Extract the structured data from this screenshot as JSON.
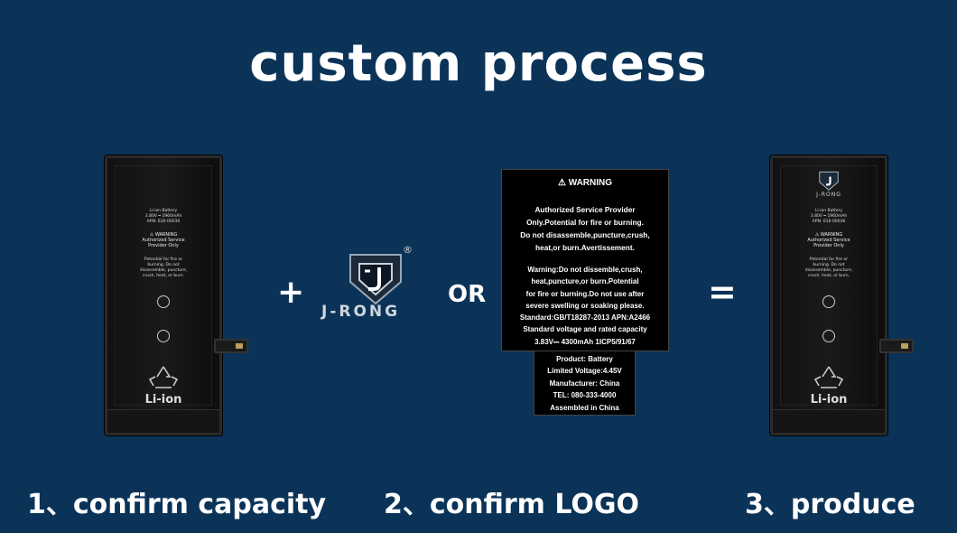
{
  "title": "custom process",
  "steps": [
    {
      "label": "1、confirm capacity"
    },
    {
      "label": "2、confirm LOGO"
    },
    {
      "label": "3、produce"
    }
  ],
  "operators": {
    "plus": "+",
    "or": "OR",
    "equals": "="
  },
  "logo": {
    "text": "J-RONG",
    "registered": "®"
  },
  "battery": {
    "lines": [
      "Li-ion Battery",
      "3.80V ━ 1960mAh",
      "APN: 616-00036"
    ],
    "warning": "WARNING",
    "warning_lines": [
      "Authorized Service",
      "Provider Only"
    ],
    "caution_lines": [
      "Potential for fire or",
      "burning. Do not",
      "disassemble, puncture,",
      "crush, heat, or burn."
    ],
    "li_ion": "Li-ion"
  },
  "warning_label": {
    "header": "WARNING",
    "lines_top": [
      "Authorized Service Provider",
      "Only.Potential for fire or burning.",
      "Do not disassemble,puncture,crush,",
      "heat,or burn.Avertissement."
    ],
    "lines_mid": [
      "Warning:Do not dissemble,crush,",
      "heat,puncture,or burn.Potential",
      "for fire or burning.Do not use  after",
      "severe swelling or soaking please.",
      "Standard:GB/T18287-2013  APN:A2466",
      "Standard voltage and rated capacity",
      "3.83V⎓  4300mAh 1ICP5/91/67"
    ],
    "lines_bottom": [
      "Product: Battery",
      "Limited Voltage:4.45V",
      "Manufacturer: China",
      "TEL: 080-333-4000",
      "Assembled in China"
    ]
  }
}
